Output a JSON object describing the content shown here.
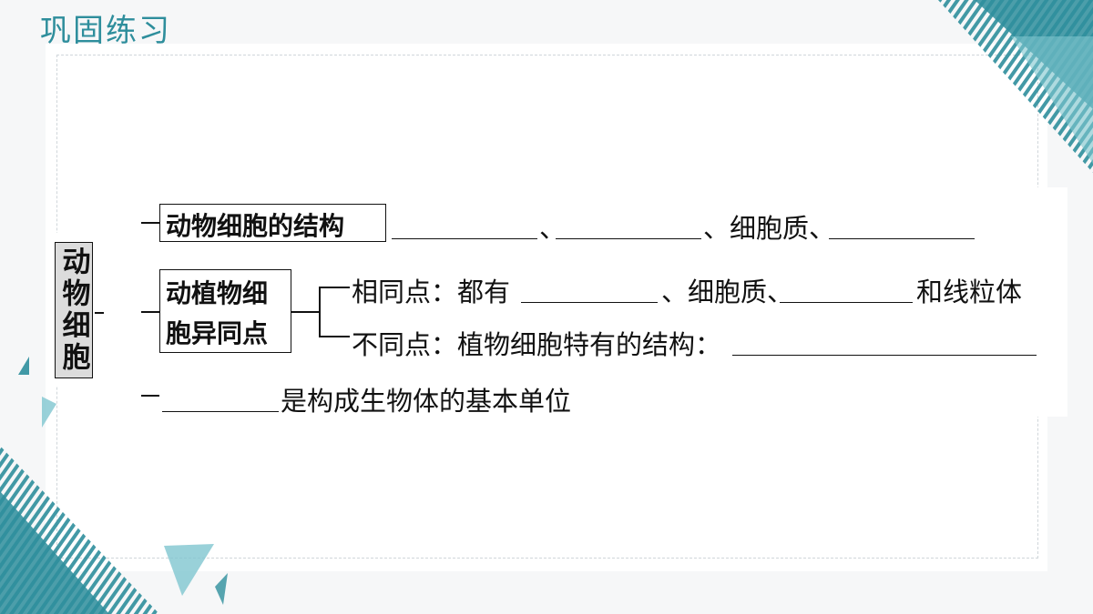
{
  "slide": {
    "title": "巩固练习"
  },
  "concept_map": {
    "root": "动物细胞",
    "structure_box": "动物细胞的结构",
    "structure_sep1": "、",
    "structure_item2": "、细胞质、",
    "compare_box_line1": "动植物细",
    "compare_box_line2": "胞异同点",
    "same_prefix": "相同点：都有",
    "same_middle": "、细胞质、",
    "same_suffix": "和线粒体",
    "diff_prefix": "不同点：植物细胞特有的结构：",
    "unit_suffix": "是构成生物体的基本单位"
  },
  "colors": {
    "accent": "#2e8e9c",
    "accent_light": "#7fc6cf"
  }
}
